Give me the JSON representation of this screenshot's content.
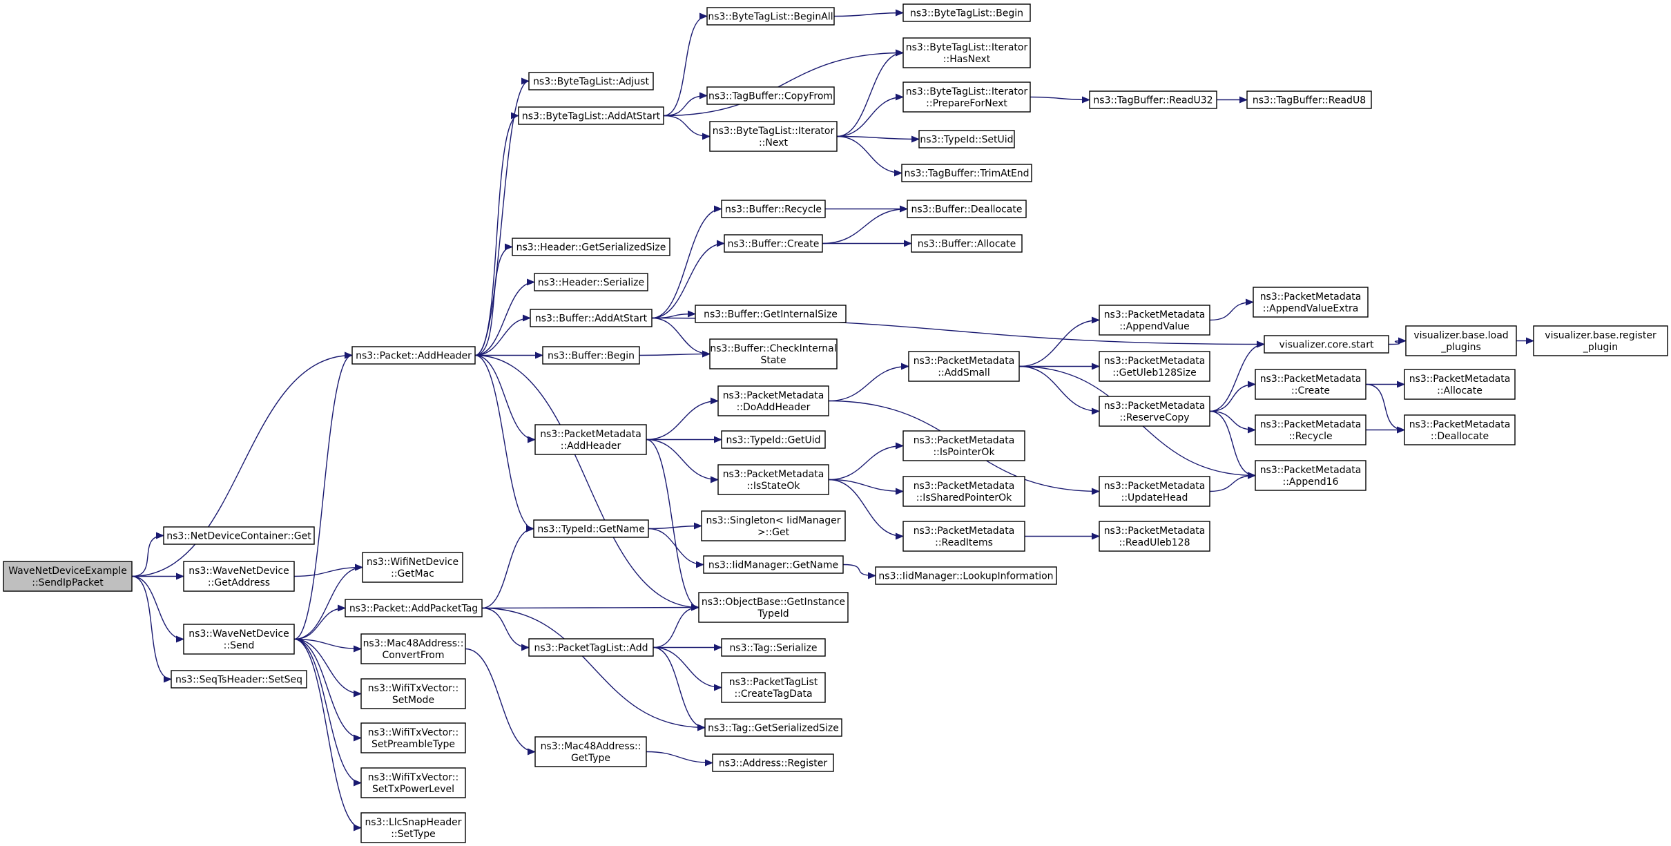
{
  "colors": {
    "edge": "#191970",
    "node_fill": "#ffffff",
    "root_fill": "#bfbfbf",
    "border": "#000000"
  },
  "nodes": [
    {
      "id": "root",
      "lines": [
        "WaveNetDeviceExample",
        "::SendIpPacket"
      ],
      "root": true
    },
    {
      "id": "ndc_get",
      "lines": [
        "ns3::NetDeviceContainer::Get"
      ]
    },
    {
      "id": "wnd_getaddress",
      "lines": [
        "ns3::WaveNetDevice",
        "::GetAddress"
      ]
    },
    {
      "id": "wnd_send",
      "lines": [
        "ns3::WaveNetDevice",
        "::Send"
      ]
    },
    {
      "id": "seqts_setseq",
      "lines": [
        "ns3::SeqTsHeader::SetSeq"
      ]
    },
    {
      "id": "pkt_addheader",
      "lines": [
        "ns3::Packet::AddHeader"
      ]
    },
    {
      "id": "wifind_getmac",
      "lines": [
        "ns3::WifiNetDevice",
        "::GetMac"
      ]
    },
    {
      "id": "pkt_addpackettag",
      "lines": [
        "ns3::Packet::AddPacketTag"
      ]
    },
    {
      "id": "mac48_convertfrom",
      "lines": [
        "ns3::Mac48Address::",
        "ConvertFrom"
      ]
    },
    {
      "id": "wtx_setmode",
      "lines": [
        "ns3::WifiTxVector::",
        "SetMode"
      ]
    },
    {
      "id": "wtx_setpreamble",
      "lines": [
        "ns3::WifiTxVector::",
        "SetPreambleType"
      ]
    },
    {
      "id": "wtx_settxpower",
      "lines": [
        "ns3::WifiTxVector::",
        "SetTxPowerLevel"
      ]
    },
    {
      "id": "llc_settype",
      "lines": [
        "ns3::LlcSnapHeader",
        "::SetType"
      ]
    },
    {
      "id": "btl_adjust",
      "lines": [
        "ns3::ByteTagList::Adjust"
      ]
    },
    {
      "id": "btl_addatstart",
      "lines": [
        "ns3::ByteTagList::AddAtStart"
      ]
    },
    {
      "id": "hdr_getsersize",
      "lines": [
        "ns3::Header::GetSerializedSize"
      ]
    },
    {
      "id": "hdr_serialize",
      "lines": [
        "ns3::Header::Serialize"
      ]
    },
    {
      "id": "buf_addatstart",
      "lines": [
        "ns3::Buffer::AddAtStart"
      ]
    },
    {
      "id": "buf_begin",
      "lines": [
        "ns3::Buffer::Begin"
      ]
    },
    {
      "id": "pm_addheader",
      "lines": [
        "ns3::PacketMetadata",
        "::AddHeader"
      ]
    },
    {
      "id": "typeid_getname",
      "lines": [
        "ns3::TypeId::GetName"
      ]
    },
    {
      "id": "ptl_add",
      "lines": [
        "ns3::PacketTagList::Add"
      ]
    },
    {
      "id": "mac48_gettype",
      "lines": [
        "ns3::Mac48Address::",
        "GetType"
      ]
    },
    {
      "id": "btl_beginall",
      "lines": [
        "ns3::ByteTagList::BeginAll"
      ]
    },
    {
      "id": "tagbuf_copyfrom",
      "lines": [
        "ns3::TagBuffer::CopyFrom"
      ]
    },
    {
      "id": "btli_next",
      "lines": [
        "ns3::ByteTagList::Iterator",
        "::Next"
      ]
    },
    {
      "id": "buf_recycle",
      "lines": [
        "ns3::Buffer::Recycle"
      ]
    },
    {
      "id": "buf_create",
      "lines": [
        "ns3::Buffer::Create"
      ]
    },
    {
      "id": "buf_getinternalsize",
      "lines": [
        "ns3::Buffer::GetInternalSize"
      ]
    },
    {
      "id": "buf_checkinternal",
      "lines": [
        "ns3::Buffer::CheckInternal",
        "State"
      ]
    },
    {
      "id": "pm_doaddheader",
      "lines": [
        "ns3::PacketMetadata",
        "::DoAddHeader"
      ]
    },
    {
      "id": "typeid_getuid",
      "lines": [
        "ns3::TypeId::GetUid"
      ]
    },
    {
      "id": "pm_isstateok",
      "lines": [
        "ns3::PacketMetadata",
        "::IsStateOk"
      ]
    },
    {
      "id": "singleton_get",
      "lines": [
        "ns3::Singleton< IidManager",
        " >::Get"
      ]
    },
    {
      "id": "iid_getname",
      "lines": [
        "ns3::IidManager::GetName"
      ]
    },
    {
      "id": "ob_getinstance",
      "lines": [
        "ns3::ObjectBase::GetInstance",
        "TypeId"
      ]
    },
    {
      "id": "tag_serialize",
      "lines": [
        "ns3::Tag::Serialize"
      ]
    },
    {
      "id": "ptl_createtagdata",
      "lines": [
        "ns3::PacketTagList",
        "::CreateTagData"
      ]
    },
    {
      "id": "tag_getsersize",
      "lines": [
        "ns3::Tag::GetSerializedSize"
      ]
    },
    {
      "id": "addr_register",
      "lines": [
        "ns3::Address::Register"
      ]
    },
    {
      "id": "btl_begin",
      "lines": [
        "ns3::ByteTagList::Begin"
      ]
    },
    {
      "id": "btli_hasnext",
      "lines": [
        "ns3::ByteTagList::Iterator",
        "::HasNext"
      ]
    },
    {
      "id": "btli_prepare",
      "lines": [
        "ns3::ByteTagList::Iterator",
        "::PrepareForNext"
      ]
    },
    {
      "id": "typeid_setuid",
      "lines": [
        "ns3::TypeId::SetUid"
      ]
    },
    {
      "id": "tagbuf_trimatend",
      "lines": [
        "ns3::TagBuffer::TrimAtEnd"
      ]
    },
    {
      "id": "buf_deallocate",
      "lines": [
        "ns3::Buffer::Deallocate"
      ]
    },
    {
      "id": "buf_allocate",
      "lines": [
        "ns3::Buffer::Allocate"
      ]
    },
    {
      "id": "pm_addsmall",
      "lines": [
        "ns3::PacketMetadata",
        "::AddSmall"
      ]
    },
    {
      "id": "pm_ispointerok",
      "lines": [
        "ns3::PacketMetadata",
        "::IsPointerOk"
      ]
    },
    {
      "id": "pm_issharedpointerok",
      "lines": [
        "ns3::PacketMetadata",
        "::IsSharedPointerOk"
      ]
    },
    {
      "id": "pm_readitems",
      "lines": [
        "ns3::PacketMetadata",
        "::ReadItems"
      ]
    },
    {
      "id": "iid_lookupinfo",
      "lines": [
        "ns3::IidManager::LookupInformation"
      ]
    },
    {
      "id": "tagbuf_readu32",
      "lines": [
        "ns3::TagBuffer::ReadU32"
      ]
    },
    {
      "id": "pm_appendvalue",
      "lines": [
        "ns3::PacketMetadata",
        "::AppendValue"
      ]
    },
    {
      "id": "pm_getuleb128size",
      "lines": [
        "ns3::PacketMetadata",
        "::GetUleb128Size"
      ]
    },
    {
      "id": "pm_reservecopy",
      "lines": [
        "ns3::PacketMetadata",
        "::ReserveCopy"
      ]
    },
    {
      "id": "pm_updatehead",
      "lines": [
        "ns3::PacketMetadata",
        "::UpdateHead"
      ]
    },
    {
      "id": "pm_readuleb128",
      "lines": [
        "ns3::PacketMetadata",
        "::ReadUleb128"
      ]
    },
    {
      "id": "tagbuf_readu8",
      "lines": [
        "ns3::TagBuffer::ReadU8"
      ]
    },
    {
      "id": "pm_appendvalueextra",
      "lines": [
        "ns3::PacketMetadata",
        "::AppendValueExtra"
      ]
    },
    {
      "id": "viz_core_start",
      "lines": [
        "visualizer.core.start"
      ]
    },
    {
      "id": "pm_create",
      "lines": [
        "ns3::PacketMetadata",
        "::Create"
      ]
    },
    {
      "id": "pm_recycle",
      "lines": [
        "ns3::PacketMetadata",
        "::Recycle"
      ]
    },
    {
      "id": "pm_append16",
      "lines": [
        "ns3::PacketMetadata",
        "::Append16"
      ]
    },
    {
      "id": "viz_load_plugins",
      "lines": [
        "visualizer.base.load",
        "_plugins"
      ]
    },
    {
      "id": "pm_allocate",
      "lines": [
        "ns3::PacketMetadata",
        "::Allocate"
      ]
    },
    {
      "id": "pm_deallocate",
      "lines": [
        "ns3::PacketMetadata",
        "::Deallocate"
      ]
    },
    {
      "id": "viz_register_plugin",
      "lines": [
        "visualizer.base.register",
        "_plugin"
      ]
    }
  ],
  "edges": [
    [
      "root",
      "pkt_addheader"
    ],
    [
      "root",
      "ndc_get"
    ],
    [
      "root",
      "wnd_getaddress"
    ],
    [
      "root",
      "wnd_send"
    ],
    [
      "root",
      "seqts_setseq"
    ],
    [
      "wnd_getaddress",
      "wifind_getmac"
    ],
    [
      "wnd_send",
      "pkt_addheader"
    ],
    [
      "wnd_send",
      "wifind_getmac"
    ],
    [
      "wnd_send",
      "pkt_addpackettag"
    ],
    [
      "wnd_send",
      "mac48_convertfrom"
    ],
    [
      "wnd_send",
      "wtx_setmode"
    ],
    [
      "wnd_send",
      "wtx_setpreamble"
    ],
    [
      "wnd_send",
      "wtx_settxpower"
    ],
    [
      "wnd_send",
      "llc_settype"
    ],
    [
      "pkt_addheader",
      "btl_adjust"
    ],
    [
      "pkt_addheader",
      "btl_addatstart"
    ],
    [
      "pkt_addheader",
      "hdr_getsersize"
    ],
    [
      "pkt_addheader",
      "hdr_serialize"
    ],
    [
      "pkt_addheader",
      "buf_addatstart"
    ],
    [
      "pkt_addheader",
      "buf_begin"
    ],
    [
      "pkt_addheader",
      "pm_addheader"
    ],
    [
      "pkt_addheader",
      "typeid_getname"
    ],
    [
      "pkt_addheader",
      "ob_getinstance"
    ],
    [
      "pkt_addpackettag",
      "typeid_getname"
    ],
    [
      "pkt_addpackettag",
      "ob_getinstance"
    ],
    [
      "pkt_addpackettag",
      "ptl_add"
    ],
    [
      "pkt_addpackettag",
      "tag_getsersize"
    ],
    [
      "mac48_convertfrom",
      "mac48_gettype"
    ],
    [
      "btl_addatstart",
      "btl_beginall"
    ],
    [
      "btl_addatstart",
      "btli_hasnext"
    ],
    [
      "btl_addatstart",
      "tagbuf_copyfrom"
    ],
    [
      "btl_addatstart",
      "btli_next"
    ],
    [
      "buf_addatstart",
      "buf_recycle"
    ],
    [
      "buf_addatstart",
      "buf_create"
    ],
    [
      "buf_addatstart",
      "viz_core_start"
    ],
    [
      "buf_addatstart",
      "buf_getinternalsize"
    ],
    [
      "buf_addatstart",
      "buf_checkinternal"
    ],
    [
      "buf_begin",
      "buf_checkinternal"
    ],
    [
      "pm_addheader",
      "pm_doaddheader"
    ],
    [
      "pm_addheader",
      "typeid_getuid"
    ],
    [
      "pm_addheader",
      "pm_isstateok"
    ],
    [
      "pm_addheader",
      "ob_getinstance"
    ],
    [
      "typeid_getname",
      "singleton_get"
    ],
    [
      "typeid_getname",
      "iid_getname"
    ],
    [
      "ptl_add",
      "ob_getinstance"
    ],
    [
      "ptl_add",
      "tag_serialize"
    ],
    [
      "ptl_add",
      "ptl_createtagdata"
    ],
    [
      "ptl_add",
      "tag_getsersize"
    ],
    [
      "mac48_gettype",
      "addr_register"
    ],
    [
      "btl_beginall",
      "btl_begin"
    ],
    [
      "btli_next",
      "btli_hasnext"
    ],
    [
      "btli_next",
      "btli_prepare"
    ],
    [
      "btli_next",
      "typeid_setuid"
    ],
    [
      "btli_next",
      "tagbuf_trimatend"
    ],
    [
      "buf_recycle",
      "buf_deallocate"
    ],
    [
      "buf_create",
      "buf_deallocate"
    ],
    [
      "buf_create",
      "buf_allocate"
    ],
    [
      "pm_doaddheader",
      "pm_addsmall"
    ],
    [
      "pm_doaddheader",
      "pm_updatehead"
    ],
    [
      "pm_isstateok",
      "pm_ispointerok"
    ],
    [
      "pm_isstateok",
      "pm_issharedpointerok"
    ],
    [
      "pm_isstateok",
      "pm_readitems"
    ],
    [
      "iid_getname",
      "iid_lookupinfo"
    ],
    [
      "btli_prepare",
      "tagbuf_readu32"
    ],
    [
      "tagbuf_readu32",
      "tagbuf_readu8"
    ],
    [
      "pm_addsmall",
      "pm_appendvalue"
    ],
    [
      "pm_addsmall",
      "pm_getuleb128size"
    ],
    [
      "pm_addsmall",
      "pm_reservecopy"
    ],
    [
      "pm_addsmall",
      "pm_append16"
    ],
    [
      "pm_readitems",
      "pm_readuleb128"
    ],
    [
      "pm_appendvalue",
      "pm_appendvalueextra"
    ],
    [
      "pm_reservecopy",
      "viz_core_start"
    ],
    [
      "pm_reservecopy",
      "pm_create"
    ],
    [
      "pm_reservecopy",
      "pm_recycle"
    ],
    [
      "pm_reservecopy",
      "pm_append16"
    ],
    [
      "pm_updatehead",
      "pm_append16"
    ],
    [
      "viz_core_start",
      "viz_load_plugins"
    ],
    [
      "viz_load_plugins",
      "viz_register_plugin"
    ],
    [
      "pm_create",
      "pm_allocate"
    ],
    [
      "pm_create",
      "pm_deallocate"
    ],
    [
      "pm_recycle",
      "pm_deallocate"
    ]
  ]
}
